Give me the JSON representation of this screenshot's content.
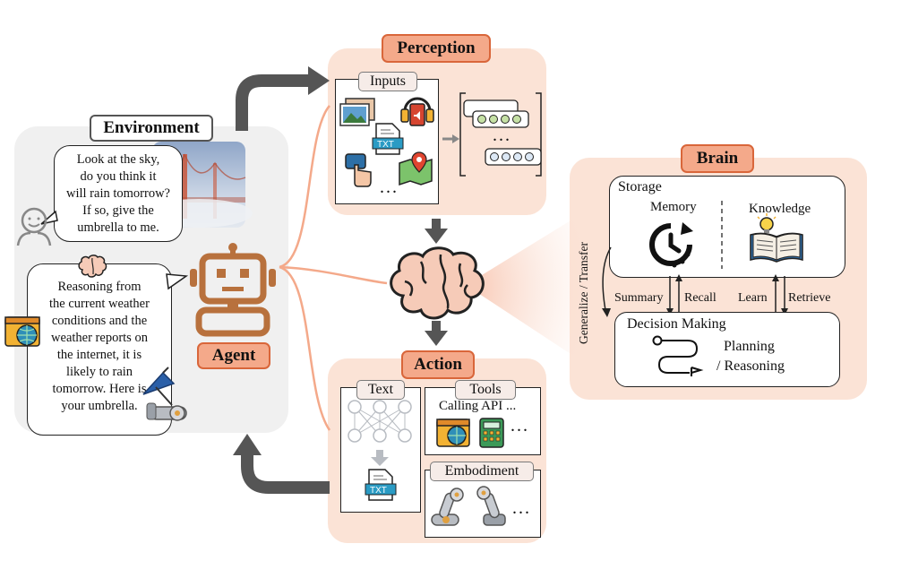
{
  "perception": {
    "title": "Perception",
    "inputs_label": "Inputs",
    "txt_label": "TXT",
    "ellipsis": "...",
    "token_ellipsis": "..."
  },
  "environment": {
    "title": "Environment",
    "question": [
      "Look at the sky,",
      "do you think it",
      "will rain tomorrow?",
      "If so, give the",
      "umbrella to me."
    ],
    "answer": [
      "Reasoning from",
      "the current weather",
      "conditions and the",
      "weather reports on",
      "the internet, it is",
      "likely to rain",
      "tomorrow. Here is",
      "your umbrella."
    ]
  },
  "agent": {
    "label": "Agent"
  },
  "action": {
    "title": "Action",
    "text_label": "Text",
    "tools_label": "Tools",
    "calling_api": "Calling API ...",
    "tools_ellipsis": "...",
    "embodiment_label": "Embodiment",
    "embodiment_ellipsis": "...",
    "txt_label": "TXT"
  },
  "brain": {
    "title": "Brain",
    "storage_label": "Storage",
    "memory_label": "Memory",
    "knowledge_label": "Knowledge",
    "summary_label": "Summary",
    "recall_label": "Recall",
    "learn_label": "Learn",
    "retrieve_label": "Retrieve",
    "generalize_label": "Generalize / Transfer",
    "decision_label": "Decision Making",
    "planning_line1": "Planning",
    "planning_line2": "/ Reasoning"
  },
  "colors": {
    "accent_orange": "#f4a98a",
    "accent_border": "#d9663a",
    "panel_peach": "#fbe3d6",
    "panel_grey": "#f0f0f0",
    "agent_brown": "#b8713d",
    "arrow_grey": "#555555"
  }
}
